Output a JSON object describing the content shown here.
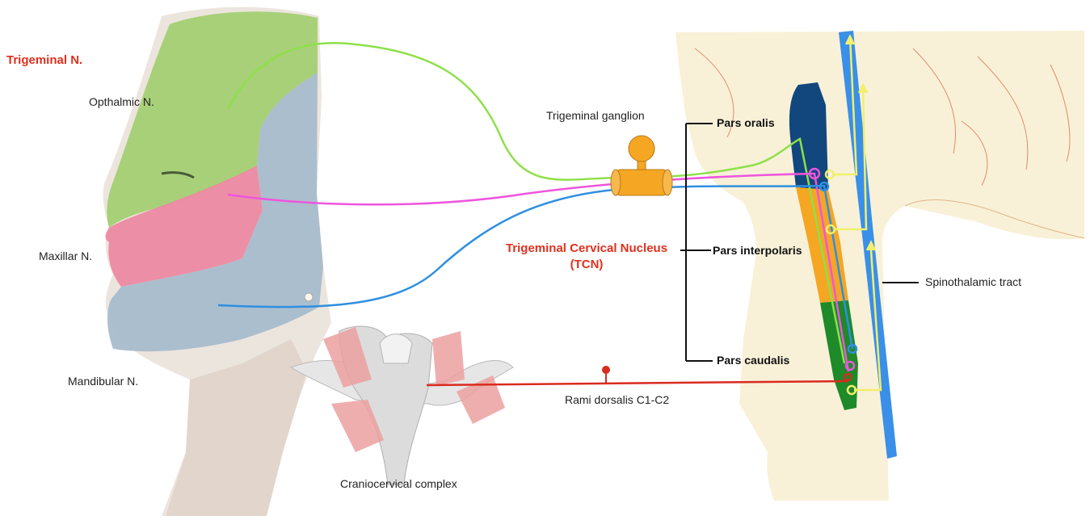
{
  "labels": {
    "trigeminal_n": "Trigeminal N.",
    "opthalmic_n": "Opthalmic N.",
    "maxillar_n": "Maxillar N.",
    "mandibular_n": "Mandibular N.",
    "trigeminal_ganglion": "Trigeminal ganglion",
    "tcn_line1": "Trigeminal Cervical Nucleus",
    "tcn_line2": "(TCN)",
    "pars_oralis": "Pars oralis",
    "pars_interpolaris": "Pars interpolaris",
    "pars_caudalis": "Pars caudalis",
    "spinothalamic_tract": "Spinothalamic tract",
    "rami_dorsalis": "Rami dorsalis C1-C2",
    "craniocervical_complex": "Craniocervical  complex"
  },
  "colors": {
    "ophthalmic": "#8ee04a",
    "maxillary": "#ee55dd",
    "mandibular": "#2f8fe0",
    "cervical": "#d92b1e",
    "ganglion": "#f5a623",
    "pars_oralis": "#12477d",
    "pars_interpolaris": "#f5a623",
    "pars_caudalis": "#1e8a2a",
    "spinothalamic": "#3a8fe8",
    "ascending": "#f2ef6a",
    "brain": "#f8f1d8",
    "face_skin": "#ece5de",
    "ophthalmic_zone": "#a4cf72",
    "maxillary_zone": "#ec8aa2",
    "mandibular_zone": "#a8bccc",
    "vertebra": "#e6e6e6",
    "muscle": "#eca0a0"
  }
}
